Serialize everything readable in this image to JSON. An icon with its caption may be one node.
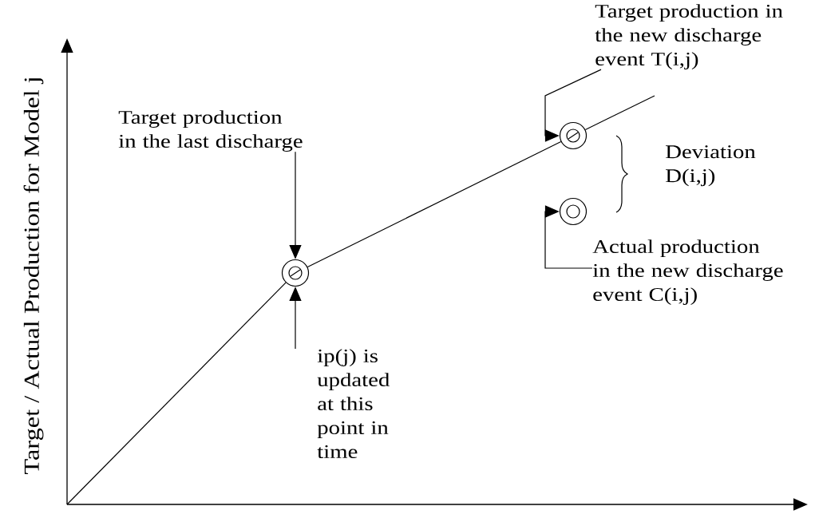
{
  "diagram": {
    "nodes": [
      {
        "text": [
          "Target production in the last discharge"
        ]
      },
      {
        "text": [],
        "shape": "circle"
      },
      {
        "text": [
          "ip(j) is updated at this point in time"
        ]
      },
      {
        "text": [
          "Target production in the new discharge event  T(i,j)"
        ]
      },
      {
        "text": [],
        "shape": "circle"
      },
      {
        "text": [],
        "shape": "circle"
      },
      {
        "text": [
          "Actual  production in the new discharge event C(i,j)"
        ]
      }
    ],
    "edges": [
      {
        "from": 0,
        "to": 1,
        "arrow": "to"
      },
      {
        "from": 2,
        "to": 1,
        "arrow": "to"
      },
      {
        "from": 1,
        "to": 4,
        "arrow": "none"
      },
      {
        "from": 3,
        "to": 4,
        "arrow": "to"
      },
      {
        "from": 6,
        "to": 5,
        "arrow": "to"
      }
    ],
    "labels": [
      "Deviation D(i,j)",
      "Target / Actual Production for Model j"
    ]
  }
}
